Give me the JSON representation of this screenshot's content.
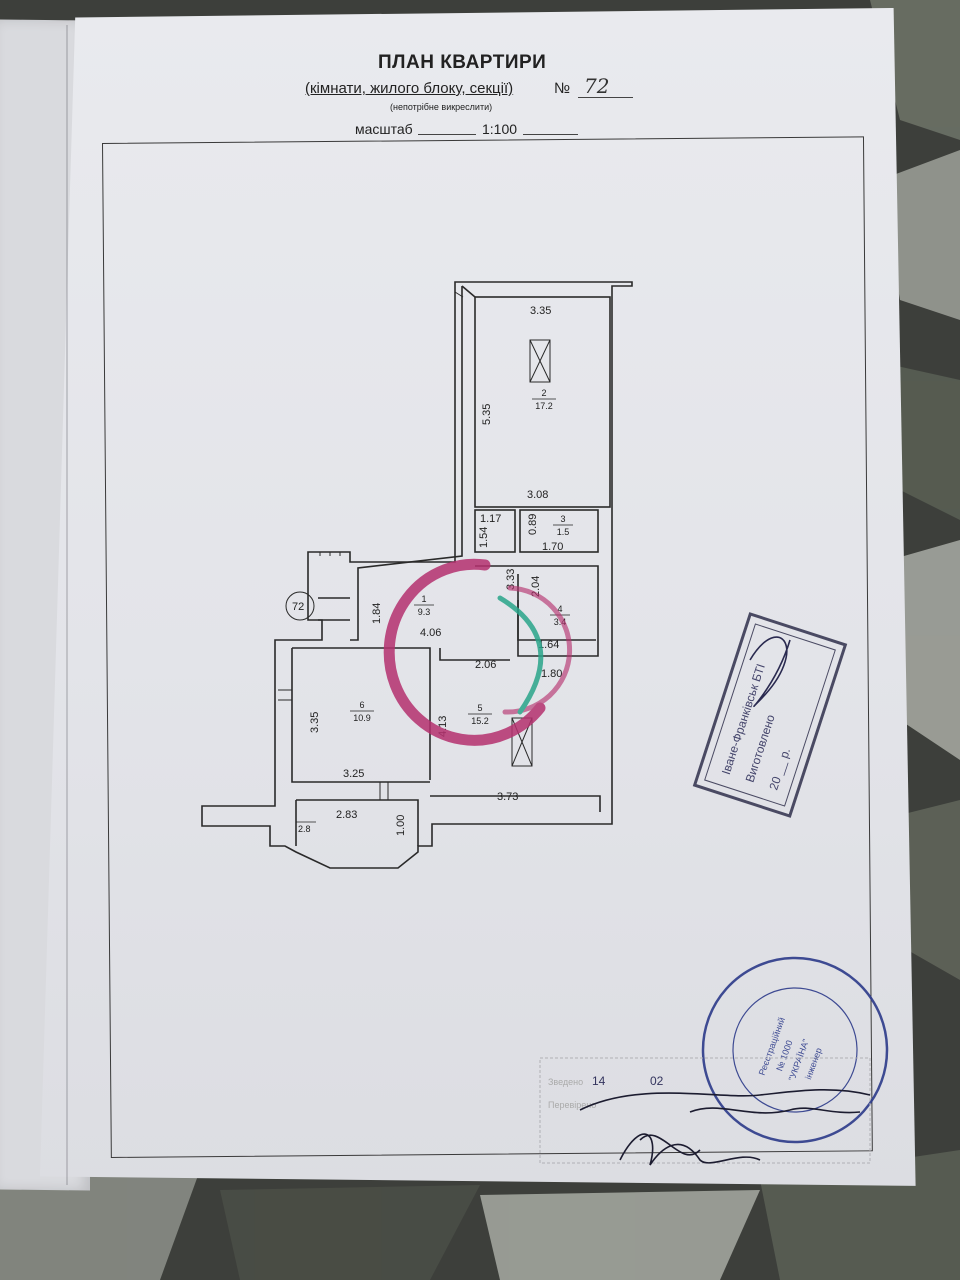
{
  "header": {
    "title": "ПЛАН КВАРТИРИ",
    "subtitle": "(кімнати, жилого блоку, секції)",
    "number_label": "№",
    "number_value": "72",
    "note": "(непотрібне викреслити)",
    "scale_label": "масштаб",
    "scale_value": "1:100"
  },
  "plan": {
    "apartment_tag": "72",
    "dimensions": {
      "room2_width": "3.35",
      "room2_length": "5.35",
      "corridor_width": "3.08",
      "d_117": "1.17",
      "d_089": "0.89",
      "d_154": "1.54",
      "d_170": "1.70",
      "d_333": "3.33",
      "d_204": "2.04",
      "d_184": "1.84",
      "d_406": "4.06",
      "d_164": "1.64",
      "d_206": "2.06",
      "d_180": "1.80",
      "room6_height": "3.35",
      "room5_height": "4.13",
      "room6_width": "3.25",
      "room5_width": "3.73",
      "balcony_width": "2.83",
      "balcony_depth": "1.00"
    },
    "rooms": [
      {
        "number": "1",
        "area": "9.3"
      },
      {
        "number": "2",
        "area": "17.2"
      },
      {
        "number": "3",
        "area": "1.5"
      },
      {
        "number": "4",
        "area": "3.4"
      },
      {
        "number": "5",
        "area": "15.2"
      },
      {
        "number": "6",
        "area": "10.9"
      }
    ],
    "balcony_area": "2.8"
  },
  "stamps": {
    "rect_stamp_lines": [
      "Іване-Франківськ БТІ",
      "Виготовлено",
      "20 __ р."
    ],
    "round_stamp_lines": [
      "Реєстраційний",
      "№ 1000",
      "\"УКРАЇНА\"",
      "інженер"
    ],
    "registration_lines": [
      "Зведено",
      "14",
      "02",
      "Перевірено"
    ]
  },
  "colors": {
    "paper": "#e6e7eb",
    "ink": "#222222",
    "logo_magenta": "#b5316f",
    "logo_teal": "#2aa58a",
    "stamp_blue": "#2c3a8a"
  }
}
